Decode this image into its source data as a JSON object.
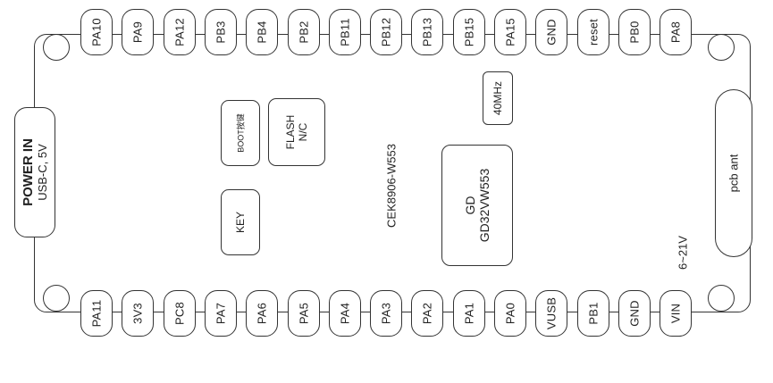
{
  "top_pins": [
    "PA10",
    "PA9",
    "PA12",
    "PB3",
    "PB4",
    "PB2",
    "PB11",
    "PB12",
    "PB13",
    "PB15",
    "PA15",
    "GND",
    "reset",
    "PB0",
    "PA8"
  ],
  "bottom_pins": [
    "PA11",
    "3V3",
    "PC8",
    "PA7",
    "PA6",
    "PA5",
    "PA4",
    "PA3",
    "PA2",
    "PA1",
    "PA0",
    "VUSB",
    "PB1",
    "GND",
    "VIN"
  ],
  "power_in": {
    "title": "POWER IN",
    "subtitle": "USB-C, 5V"
  },
  "boot": "BOOT按键",
  "flash": {
    "line1": "FLASH",
    "line2": "N/C"
  },
  "key": "KEY",
  "board_name": "CEK8906-W553",
  "crystal": "40MHz",
  "chip": {
    "line1": "GD",
    "line2": "GD32VW553"
  },
  "pcb_ant": "pcb ant",
  "vin_range": "6~21V"
}
